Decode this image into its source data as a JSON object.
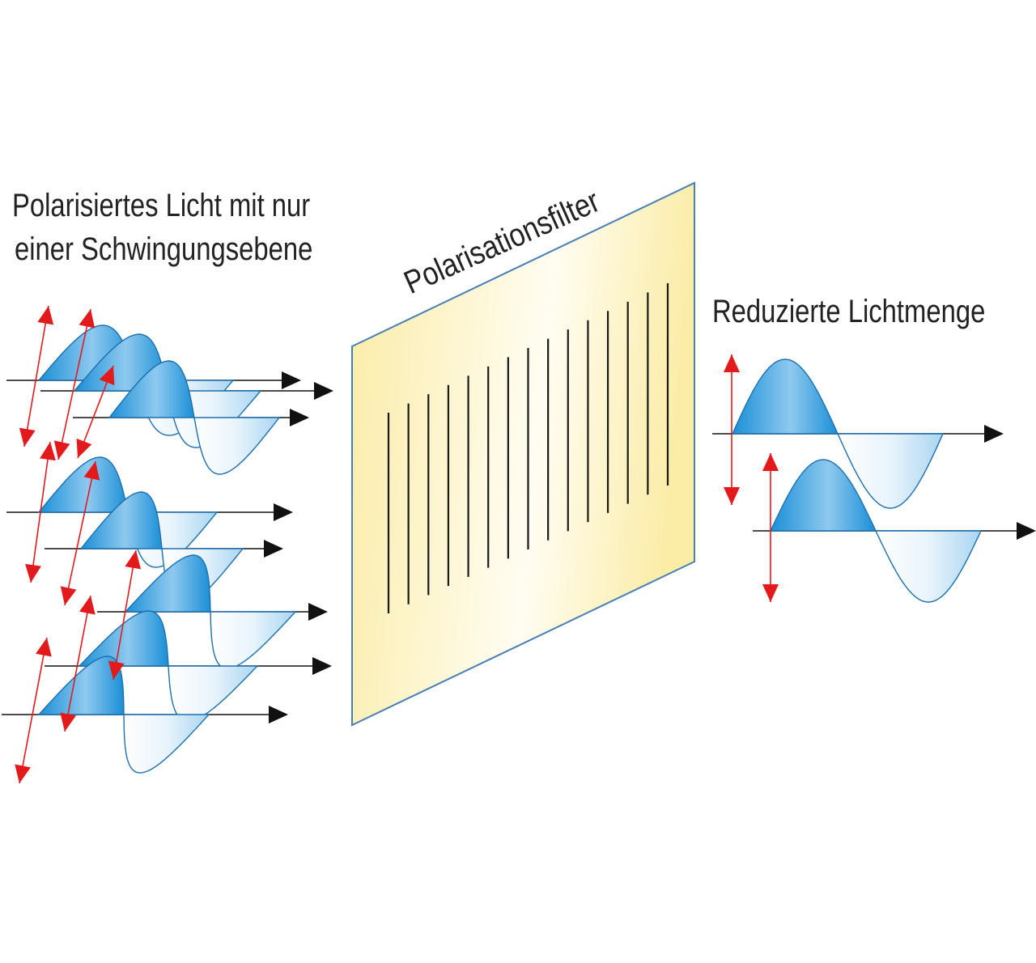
{
  "labels": {
    "incoming_line1": "Polarisiertes Licht mit nur",
    "incoming_line2": "einer Schwingungsebene",
    "filter": "Polarisationsfilter",
    "outgoing": "Reduzierte Lichtmenge"
  },
  "colors": {
    "wave_dark": "#1a8fd6",
    "wave_light": "#e8f4fc",
    "wave_stroke": "#1d6fae",
    "arrow_red": "#e31a1c",
    "axis_black": "#111111",
    "filter_fill_yellow": "#fbeca6",
    "filter_fill_white": "#fffdf2",
    "filter_border": "#4a7fb5"
  },
  "diagram": {
    "incoming_waves": 8,
    "filter_slits": 15,
    "outgoing_waves": 2
  }
}
